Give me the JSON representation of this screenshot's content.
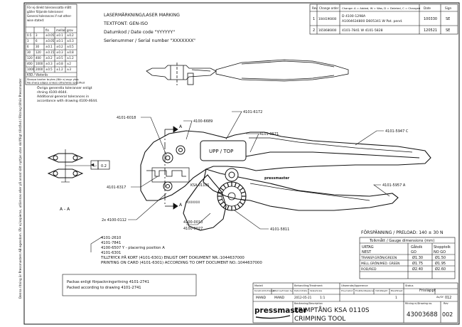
{
  "side_note": "Denna ritning är Pressmasters AB egendom. Får ej kopieras, utlämnas eller på annat sätt nyttjas utan skriftligt tillstånd / Ritning tillhör Pressmaster",
  "tolerance_note": {
    "lines": [
      "För ej direkt toleranssatta mått",
      "gäller följande toleranser:",
      "General tolerances if not other-",
      "wise stated:"
    ],
    "header": [
      "",
      "fin",
      "mellan",
      "grov"
    ],
    "rows": [
      [
        "0.5",
        "3",
        "±0.05",
        "±0.1",
        "±0.2"
      ],
      [
        "3",
        "6",
        "±0.05",
        "±0.1",
        "±0.3"
      ],
      [
        "6",
        "30",
        "±0.1",
        "±0.2",
        "±0.5"
      ],
      [
        "30",
        "120",
        "±0.15",
        "±0.3",
        "±0.8"
      ],
      [
        "120",
        "400",
        "±0.2",
        "±0.5",
        "±1.2"
      ],
      [
        "400",
        "1000",
        "±0.3",
        "±0.8",
        "±2"
      ],
      [
        "1000",
        "2000",
        "±0.5",
        "±1.2",
        "±3"
      ]
    ],
    "footer": "KSD / Västerås",
    "edge_note": [
      "Skarpa kanter brytes (Bör ej avgr ytes",
      "No sharp edges unless otherwise specified"
    ]
  },
  "revision_table": {
    "headers": [
      "Rev",
      "Change order",
      "Change: A = Added, W = Was, D = Deleted, C = Changed",
      "Date",
      "Sign"
    ],
    "rows": [
      {
        "rev": "1",
        "order": "1044196000",
        "change": "D 4100-1298A\nA1004634800 D605341 W Pat. pend.",
        "date": "100330",
        "sign": "SE"
      },
      {
        "rev": "2",
        "order": "1650686000",
        "change": "4101-7841 W 4101-5828",
        "date": "120521",
        "sign": "SE"
      }
    ]
  },
  "marking_note": [
    "LASERMÄRKNING/LASER MARKING",
    "TEXTFONT: GEN-ISO",
    "Datumkod / Date code \"YYYYYY\"",
    "Serienummer / Serial number \"XXXXXXX\""
  ],
  "general_tol_note": [
    "Övriga generella toleranser enligt",
    "ritning 4100-4644.",
    "Additional general tolerances in",
    "accordance with drawing 4100-4644."
  ],
  "callouts": {
    "c6018": "4101-6018",
    "c6689": "4100-6689",
    "c6172": "4101-6172",
    "c3571": "4101-3571",
    "c5947": "4101-5947 C",
    "c5957": "4101-5957 A",
    "c6317": "4101-6317",
    "c0112": "2x 4100-0112",
    "c0010": "4100-0010",
    "c0027": "4100-0027",
    "c5811": "4101-5811",
    "sectA1": "A",
    "sectA2": "A",
    "sectAA": "A - A",
    "dim": "0.2"
  },
  "tool_marks": {
    "upp_top": "UPP / TOP",
    "model": "KSA 0110S",
    "code": "XXXXXXX"
  },
  "parts_list": [
    "4101-2610",
    "4101-7841",
    "4100-6507 Y - placering position A",
    "4101-6301"
  ],
  "print_note": [
    "TILLTRYCK PÅ KORT (4101-6301) ENLIGT OMT DOKUMENT NR.:1044637000",
    "PRINTING ON CARD (4101-6301) ACCORDING TO OMT DOCUMENT NO.:1044637000"
  ],
  "packing_note": [
    "Packas enligt förpackningsritning 4101-2741",
    "Packed according to drawing 4101-2741"
  ],
  "preload": "FÖRSPÄNNING / PRELOAD: 140 ± 30 N",
  "gauge_table": {
    "title": "Tolkmått / Gauge dimensions (mm)",
    "headers": [
      [
        "URTAG",
        "NEST"
      ],
      [
        "Gåtolk",
        "GO"
      ],
      [
        "Stopptolk",
        "NO GO"
      ]
    ],
    "rows": [
      [
        "TRANSP.GRÖN/GREEN",
        "Ø1.30",
        "Ø1.50"
      ],
      [
        "MELL.GRÖN/MED. GREEN",
        "Ø1.75",
        "Ø1.95"
      ],
      [
        "ROD/RED",
        "Ø2.40",
        "Ø2.60"
      ]
    ]
  },
  "title_block": {
    "row1_labels": [
      "Modell",
      "Behandling/Treatment",
      "Utseende/Apperence",
      "Status"
    ],
    "status": "Frisläppt",
    "row2_labels": [
      "Konstruktör/Design",
      "Ritad av/Drawn by",
      "Datum/Date",
      "Skala/Scale",
      "Proj.metod",
      "Ersätter/Replaces",
      "Vikt/Weight",
      "Blad/Sheet"
    ],
    "row2_values": [
      "MAND",
      "MAND",
      "2012-05-21",
      "1:1",
      "",
      "",
      "",
      "1"
    ],
    "of_label": "Av/Of",
    "of_value": "012",
    "logo": "pressmaster",
    "benamning_label": "Benämning/Description",
    "title_sv": "KRIMPTÅNG KSA 0110S",
    "title_en": "CRIMPING TOOL",
    "ritnr_label": "Ritning nr/Drawing no.",
    "drawing_no": "43003688",
    "rev_label": "Rev",
    "rev": "002"
  }
}
